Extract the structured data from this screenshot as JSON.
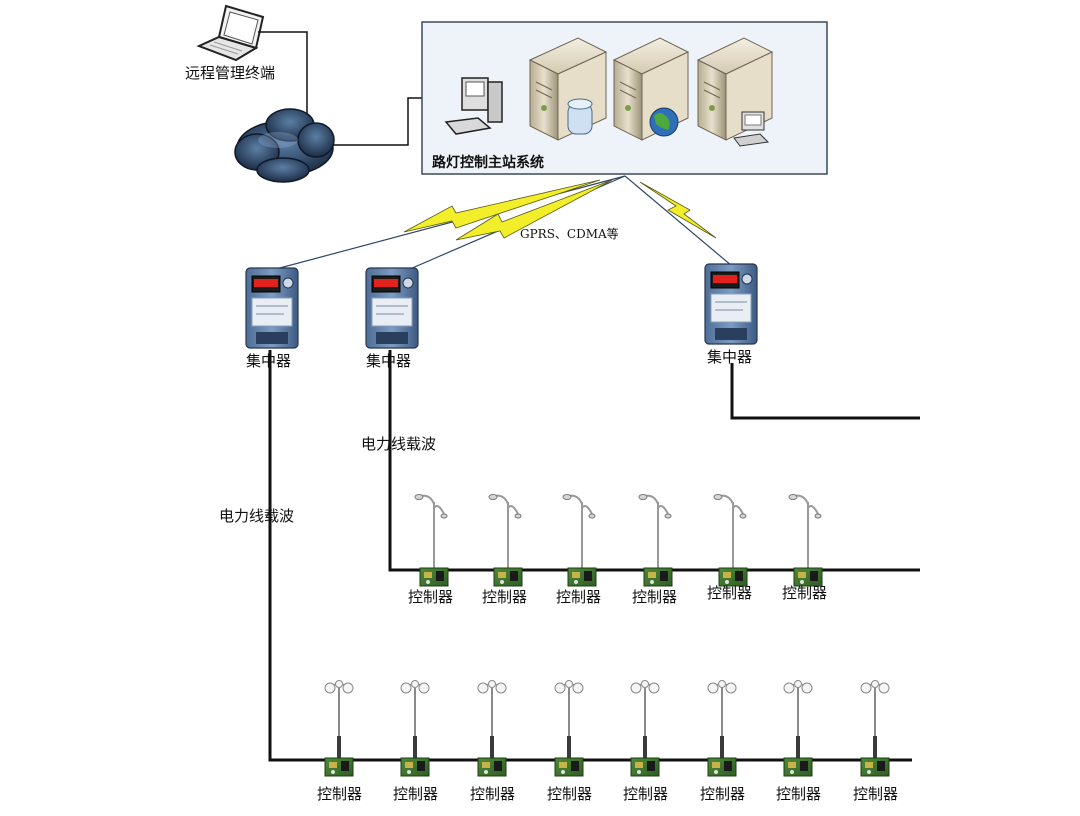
{
  "remote_terminal": {
    "label": "远程管理终端"
  },
  "master_station": {
    "label": "路灯控制主站系统"
  },
  "wireless_link": {
    "label": "GPRS、CDMA等"
  },
  "concentrators": [
    {
      "label": "集中器"
    },
    {
      "label": "集中器"
    },
    {
      "label": "集中器"
    }
  ],
  "plc_labels": [
    {
      "label": "电力线载波"
    },
    {
      "label": "电力线载波"
    }
  ],
  "upper_controllers": [
    {
      "label": "控制器"
    },
    {
      "label": "控制器"
    },
    {
      "label": "控制器"
    },
    {
      "label": "控制器"
    },
    {
      "label": "控制器"
    },
    {
      "label": "控制器"
    }
  ],
  "lower_controllers": [
    {
      "label": "控制器"
    },
    {
      "label": "控制器"
    },
    {
      "label": "控制器"
    },
    {
      "label": "控制器"
    },
    {
      "label": "控制器"
    },
    {
      "label": "控制器"
    },
    {
      "label": "控制器"
    },
    {
      "label": "控制器"
    }
  ]
}
